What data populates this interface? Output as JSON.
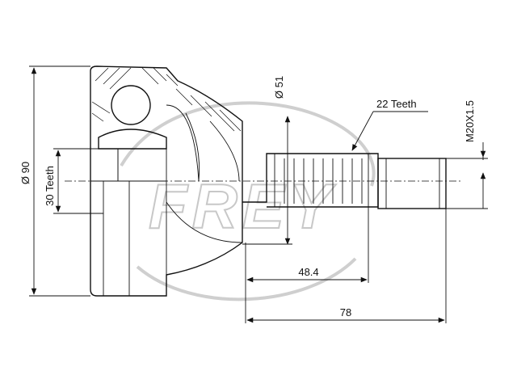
{
  "dimensions": {
    "outer_diameter": "Ø 90",
    "inner_teeth": "30 Teeth",
    "bell_diameter": "Ø 51",
    "outer_teeth": "22 Teeth",
    "thread": "M20X1.5",
    "length_to_shoulder": "48.4",
    "total_length": "78"
  },
  "watermark": {
    "text": "FREY"
  },
  "colors": {
    "line": "#111111",
    "watermark": "#cfcfcf"
  }
}
